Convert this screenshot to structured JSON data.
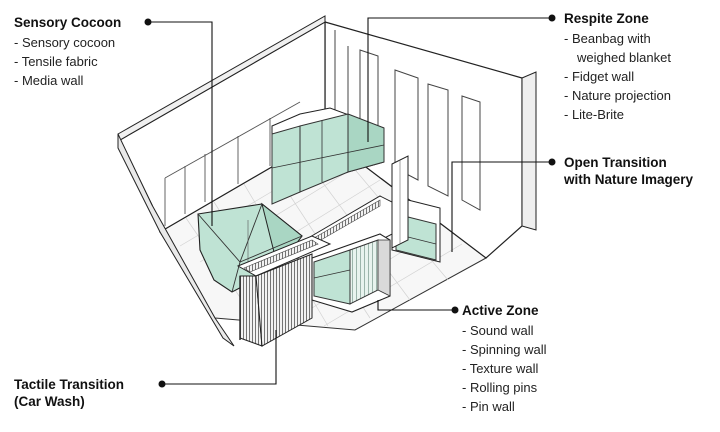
{
  "zones": {
    "sensory_cocoon": {
      "title": "Sensory Cocoon",
      "items": [
        "- Sensory cocoon",
        "- Tensile fabric",
        "- Media wall"
      ]
    },
    "respite": {
      "title": "Respite Zone",
      "items": [
        "- Beanbag with",
        "weighed blanket",
        "- Fidget wall",
        "- Nature projection",
        "- Lite-Brite"
      ]
    },
    "open_transition": {
      "title_line1": "Open Transition",
      "title_line2": "with Nature Imagery"
    },
    "active": {
      "title": "Active Zone",
      "items": [
        "- Sound wall",
        "- Spinning wall",
        "- Texture wall",
        "- Rolling pins",
        "- Pin wall"
      ]
    },
    "tactile_transition": {
      "title_line1": "Tactile Transition",
      "title_line2": "(Car Wash)"
    }
  },
  "colors": {
    "panel": "#bfe3d4",
    "panel_dark": "#a9d6c3",
    "wall": "#ffffff",
    "line": "#222222",
    "grid": "#cfcfcf"
  }
}
